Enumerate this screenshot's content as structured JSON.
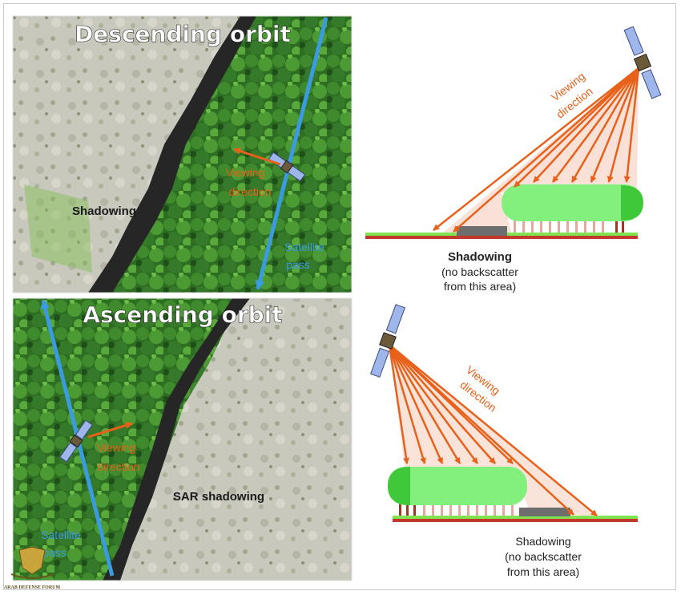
{
  "top_panel": {
    "title": "Descending orbit",
    "viewing_line1": "Viewing",
    "viewing_line2": "direction",
    "satellite_line1": "Satellite",
    "satellite_line2": "pass",
    "shadow_label": "Shadowing"
  },
  "bottom_panel": {
    "title": "Ascending orbit",
    "viewing_line1": "Viewing",
    "viewing_line2": "direction",
    "satellite_line1": "Satellite",
    "satellite_line2": "pass",
    "shadow_label": "SAR shadowing"
  },
  "top_diagram": {
    "viewing_line1": "Viewing",
    "viewing_line2": "direction",
    "caption_title": "Shadowing",
    "caption_line2": "(no backscatter",
    "caption_line3": "from this area)"
  },
  "bottom_diagram": {
    "viewing_line1": "Viewing",
    "viewing_line2": "direction",
    "caption_title": "Shadowing",
    "caption_line2": "(no backscatter",
    "caption_line3": "from this area)"
  },
  "watermark": {
    "line1": "ARAB DEFENSE FORUM"
  },
  "colors": {
    "arrow_orange": "#e8611a",
    "satellite_blue": "#3a9be0",
    "canopy_green": "#7ff07a",
    "ground_red": "#c0392b"
  }
}
